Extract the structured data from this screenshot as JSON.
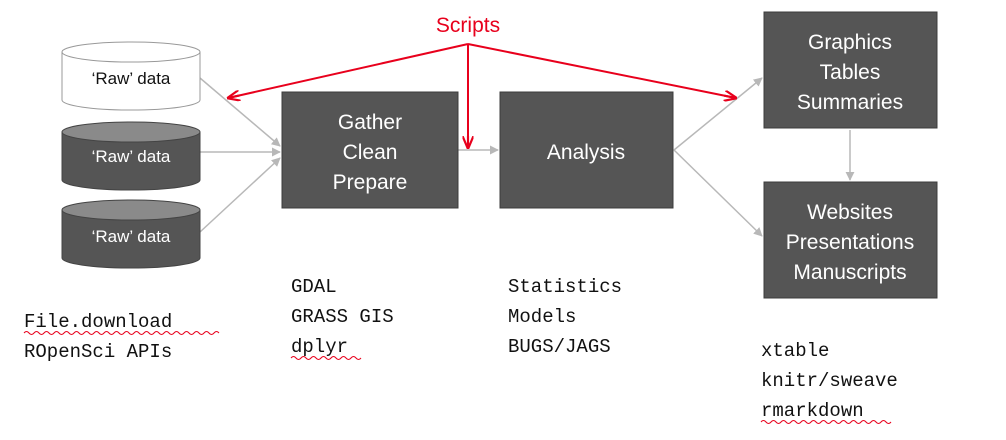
{
  "scripts_label": "Scripts",
  "sources": [
    {
      "label": "‘Raw’ data",
      "style": "white"
    },
    {
      "label": "‘Raw’ data",
      "style": "dark"
    },
    {
      "label": "‘Raw’ data",
      "style": "dark"
    }
  ],
  "boxes": {
    "gather": [
      "Gather",
      "Clean",
      "Prepare"
    ],
    "analysis": [
      "Analysis"
    ],
    "outputs": [
      "Graphics",
      "Tables",
      "Summaries"
    ],
    "publish": [
      "Websites",
      "Presentations",
      "Manuscripts"
    ]
  },
  "tools": {
    "sources": [
      "File.download",
      "ROpenSci APIs"
    ],
    "gather": [
      "GDAL",
      "GRASS GIS",
      "dplyr"
    ],
    "analysis": [
      "Statistics",
      "Models",
      "BUGS/JAGS"
    ],
    "publish": [
      "xtable",
      "knitr/sweave",
      "rmarkdown"
    ]
  },
  "colors": {
    "box_fill": "#555555",
    "box_stroke": "#3c3c3c",
    "arrow_gray": "#b8b8b8",
    "arrow_red": "#e8001c",
    "text_dark": "#111111",
    "spellcheck": "#e8001c"
  }
}
